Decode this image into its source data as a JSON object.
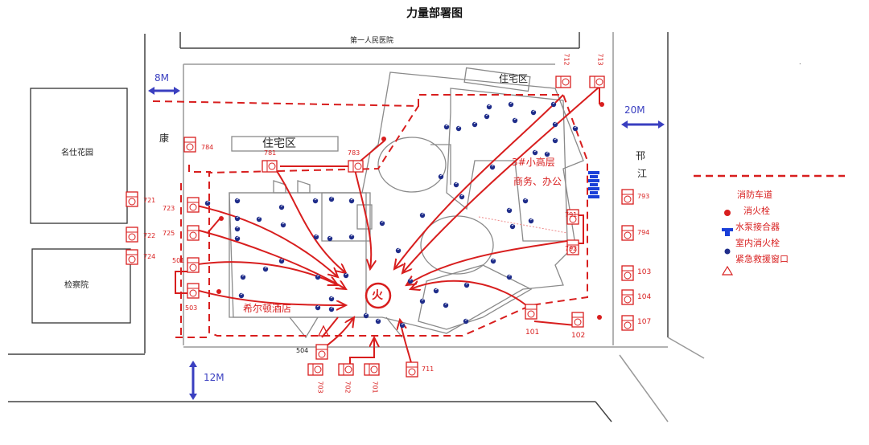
{
  "title": "力量部署图",
  "areas": {
    "hospital": "第一人民医院",
    "residential_1": "住宅区",
    "residential_2": "住宅区",
    "garden": "名仕花园",
    "procuratorate": "检察院",
    "hotel": "希尔顿酒店",
    "highrise": "3#小高层",
    "highrise_use": "商务、办公",
    "fire": "火"
  },
  "streets": {
    "kang": "康",
    "xing": "邗",
    "jiang": "江"
  },
  "road_widths": {
    "top_left": "8M",
    "right": "20M",
    "bottom": "12M"
  },
  "units": {
    "u712": "712",
    "u713": "713",
    "u781": "781",
    "u783": "783",
    "u784": "784",
    "u721": "721",
    "u722": "722",
    "u724": "724",
    "u723": "723",
    "u725": "725",
    "u501": "501",
    "u503": "503",
    "u504": "504",
    "u703": "703",
    "u702": "702",
    "u701": "701",
    "u711": "711",
    "u101": "101",
    "u102": "102",
    "u791": "791",
    "u792": "792",
    "u793": "793",
    "u794": "794",
    "u103": "103",
    "u104": "104",
    "u107": "107"
  },
  "legend": {
    "lane": "消防车道",
    "hydrant": "消火栓",
    "pump": "水泵接合器",
    "indoor_hydrant": "室内消火栓",
    "rescue_window": "紧急救援窗口"
  },
  "colors": {
    "red": "#d81e1e",
    "blue": "#3a3fc0",
    "building_gray": "#8a8a8a",
    "indoor_blue": "#1f2d8a"
  }
}
